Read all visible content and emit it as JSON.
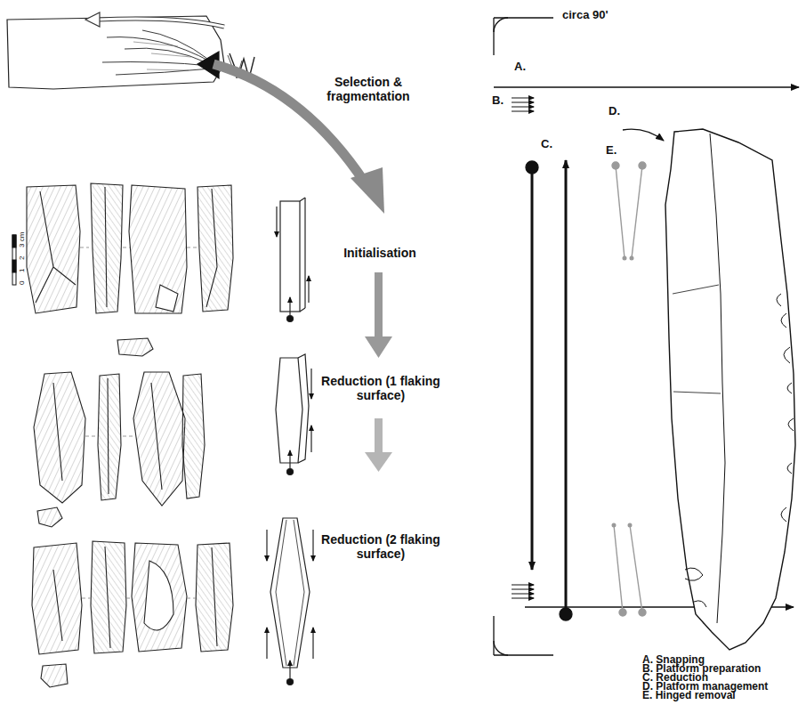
{
  "diagram": {
    "labels": [
      "Selection & fragmentation",
      "Initialisation",
      "Reduction (1 flaking surface)",
      "Reduction (2 flaking surface)",
      "circa 90'",
      "A.",
      "B.",
      "C.",
      "D.",
      "E.",
      "A. Snapping",
      "B. Platform preparation",
      "C. Reduction",
      "D. Platform management",
      "E. Hinged removal",
      "0",
      "1",
      "2",
      "3 cm"
    ]
  }
}
